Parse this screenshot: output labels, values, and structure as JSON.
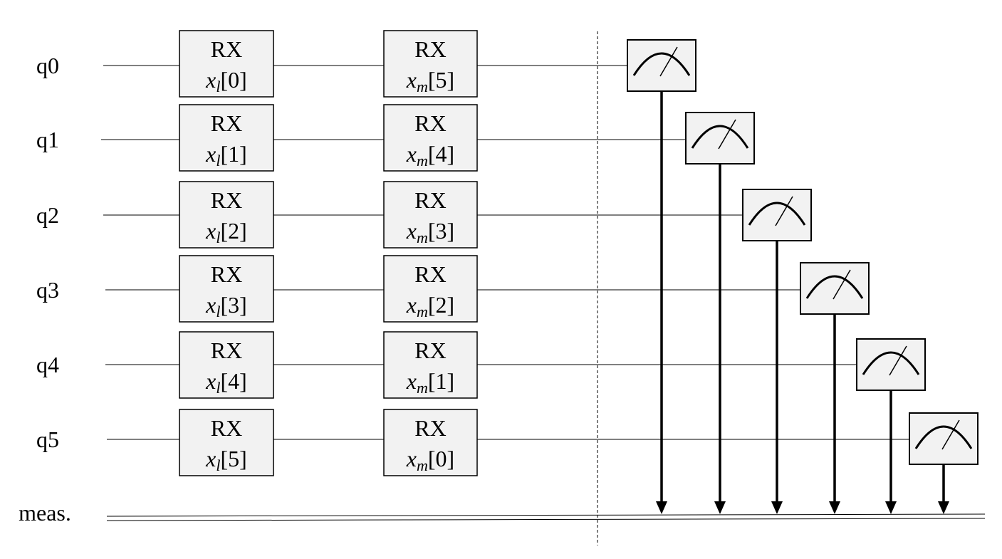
{
  "qubits": [
    "q0",
    "q1",
    "q2",
    "q3",
    "q4",
    "q5"
  ],
  "classical_register": "meas.",
  "layer1": {
    "gate": "RX",
    "symbol": "x",
    "subscript": "l",
    "indices": [
      "[0]",
      "[1]",
      "[2]",
      "[3]",
      "[4]",
      "[5]"
    ]
  },
  "layer2": {
    "gate": "RX",
    "symbol": "x",
    "subscript": "m",
    "indices": [
      "[5]",
      "[4]",
      "[3]",
      "[2]",
      "[1]",
      "[0]"
    ]
  },
  "measurement_icon": "meter-gauge-icon",
  "arrow_icon": "down-arrow-icon"
}
